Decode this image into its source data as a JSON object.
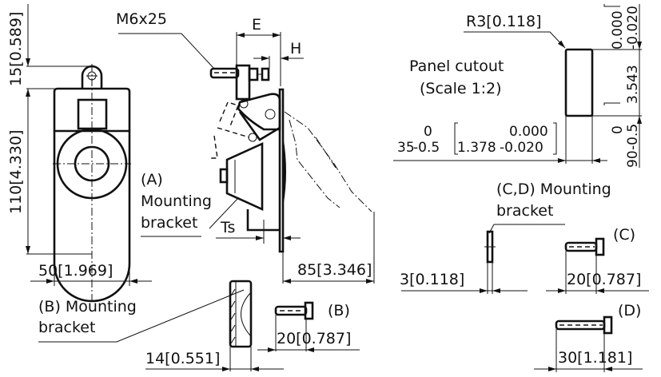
{
  "colors": {
    "ink": "#111111",
    "background": "#ffffff"
  },
  "front_view": {
    "dim_top": "15[0.589]",
    "dim_height": "110[4.330]",
    "dim_width": "50[1.969]"
  },
  "side_view": {
    "bolt_label": "M6x25",
    "dim_e": "E",
    "dim_h": "H",
    "dim_ts": "Ts",
    "bracket_a_line1": "(A)",
    "bracket_a_line2": "Mounting",
    "bracket_a_line3": "bracket",
    "dim_open": "85[3.346]"
  },
  "bracket_b": {
    "label_line1": "(B) Mounting",
    "label_line2": "bracket",
    "dim_thickness": "14[0.551]",
    "bolt_label": "(B)",
    "bolt_dim": "20[0.787]"
  },
  "panel_cutout": {
    "title_line1": "Panel cutout",
    "title_line2": "(Scale 1:2)",
    "radius": "R3[0.118]",
    "width_nominal": "35",
    "width_tol_upper": "0",
    "width_tol_lower": "-0.5",
    "width_in_upper": "0.000",
    "width_in_nominal": "1.378",
    "width_in_lower": "-0.020",
    "height_nominal": "90",
    "height_tol_upper": "0",
    "height_tol_lower": "-0.5",
    "height_in_upper": "0.000",
    "height_in_nominal": "3.543",
    "height_in_lower": "-0.020"
  },
  "bracket_cd": {
    "label_line1": "(C,D) Mounting",
    "label_line2": "bracket",
    "dim_thickness": "3[0.118]",
    "bolt_c_label": "(C)",
    "bolt_c_dim": "20[0.787]",
    "bolt_d_label": "(D)",
    "bolt_d_dim": "30[1.181]"
  }
}
